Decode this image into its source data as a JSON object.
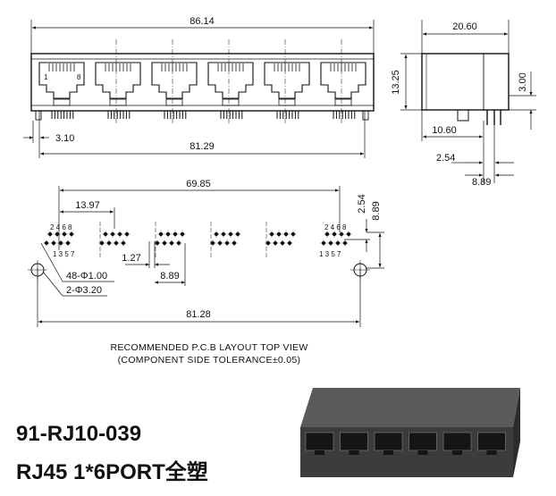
{
  "dimensions": {
    "front_width": "86.14",
    "front_pin_offset": "3.10",
    "front_pin_span": "81.29",
    "side_width": "20.60",
    "side_height": "13.25",
    "side_tab": "3.00",
    "side_bottom": "10.60",
    "side_pin_a": "2.54",
    "side_pin_b": "8.89",
    "pcb_span": "69.85",
    "pcb_pitch": "13.97",
    "pcb_row_a": "2.54",
    "pcb_row_b": "8.89",
    "pcb_pin_pitch": "1.27",
    "pcb_offset": "8.89",
    "pcb_hole_span": "81.28"
  },
  "callouts": {
    "holes_small": "48-Φ1.00",
    "holes_large": "2-Φ3.20"
  },
  "port_labels": {
    "pin1": "1",
    "pin8": "8"
  },
  "pin_labels": {
    "left_top": "2 4 6 8",
    "left_bottom": "1 3 5 7",
    "right_top": "2 4 6 8",
    "right_bottom": "1 3 5 7"
  },
  "caption": {
    "line1": "RECOMMENDED P.C.B LAYOUT TOP VIEW",
    "line2": "(COMPONENT SIDE TOLERANCE±0.05)"
  },
  "product": {
    "part_number": "91-RJ10-039",
    "description": "RJ45 1*6PORT全塑"
  }
}
